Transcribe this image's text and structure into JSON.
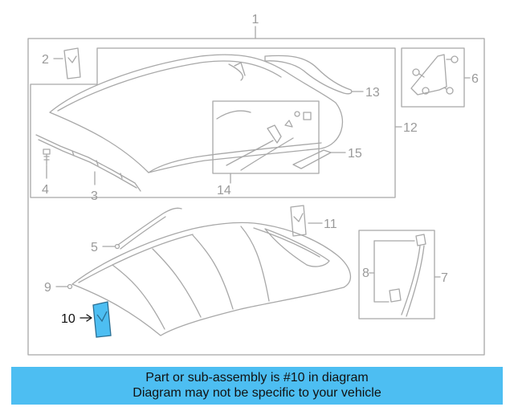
{
  "callouts": {
    "c1": "1",
    "c2": "2",
    "c3": "3",
    "c4": "4",
    "c5": "5",
    "c6": "6",
    "c7": "7",
    "c8": "8",
    "c9": "9",
    "c10": "10",
    "c11": "11",
    "c12": "12",
    "c13": "13",
    "c14": "14",
    "c15": "15"
  },
  "highlighted_part": "10",
  "banner": {
    "line1": "Part or sub-assembly is #10 in diagram",
    "line2": "Diagram may not be specific to your vehicle",
    "background": "#4dbef2"
  },
  "colors": {
    "line": "#a8a8a8",
    "label": "#9a9a9a",
    "highlight_fill": "#4dbef2",
    "highlight_label": "#111111"
  }
}
